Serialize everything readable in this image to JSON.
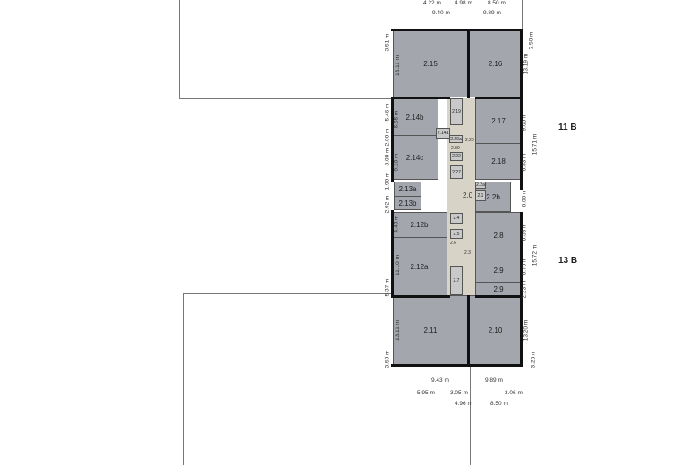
{
  "buildings": [
    {
      "label": "11 B"
    },
    {
      "label": "13 B"
    }
  ],
  "rooms": [
    {
      "label": "2.15"
    },
    {
      "label": "2.16"
    },
    {
      "label": "2.14b"
    },
    {
      "label": "2.14c"
    },
    {
      "label": "2.17"
    },
    {
      "label": "2.18"
    },
    {
      "label": "2.13a"
    },
    {
      "label": "2.13b"
    },
    {
      "label": "2.2b"
    },
    {
      "label": "2.12b"
    },
    {
      "label": "2.12a"
    },
    {
      "label": "2.8"
    },
    {
      "label": "2.9"
    },
    {
      "label": "2.9"
    },
    {
      "label": "2.11"
    },
    {
      "label": "2.10"
    }
  ],
  "small_rooms": [
    {
      "label": "2.19"
    },
    {
      "label": "2.14a"
    },
    {
      "label": "2.20a"
    },
    {
      "label": "2.22"
    },
    {
      "label": "2.27"
    },
    {
      "label": "2.2a"
    },
    {
      "label": "2.1"
    },
    {
      "label": "2.4"
    },
    {
      "label": "2.5"
    },
    {
      "label": "2.7"
    }
  ],
  "corridor_labels": [
    {
      "label": "2.20"
    },
    {
      "label": "2.39"
    },
    {
      "label": "2.0"
    },
    {
      "label": "2.6"
    },
    {
      "label": "2.3"
    }
  ],
  "dimensions": [
    "4.22 m",
    "4.98 m",
    "8.50 m",
    "9.40 m",
    "9.89 m",
    "3.51 m",
    "13.11 m",
    "5.46 m",
    "6.55 m",
    "2.00 m",
    "8.08 m",
    "9.10 m",
    "2.92 m",
    "1.90 m",
    "4.43 m",
    "11.10 m",
    "5.37 m",
    "13.11 m",
    "3.50 m",
    "3.50 m",
    "13.19 m",
    "9.05 m",
    "15.71 m",
    "6.53 m",
    "6.00 m",
    "6.53 m",
    "15.72 m",
    "6.70 m",
    "2.23 m",
    "13.20 m",
    "3.26 m",
    "9.43 m",
    "9.89 m",
    "5.95 m",
    "3.05 m",
    "3.06 m",
    "4.96 m",
    "8.50 m"
  ],
  "colors": {
    "room": "#a3a6ad",
    "corridor": "#d8d3c7",
    "service": "#c9c9c9"
  }
}
